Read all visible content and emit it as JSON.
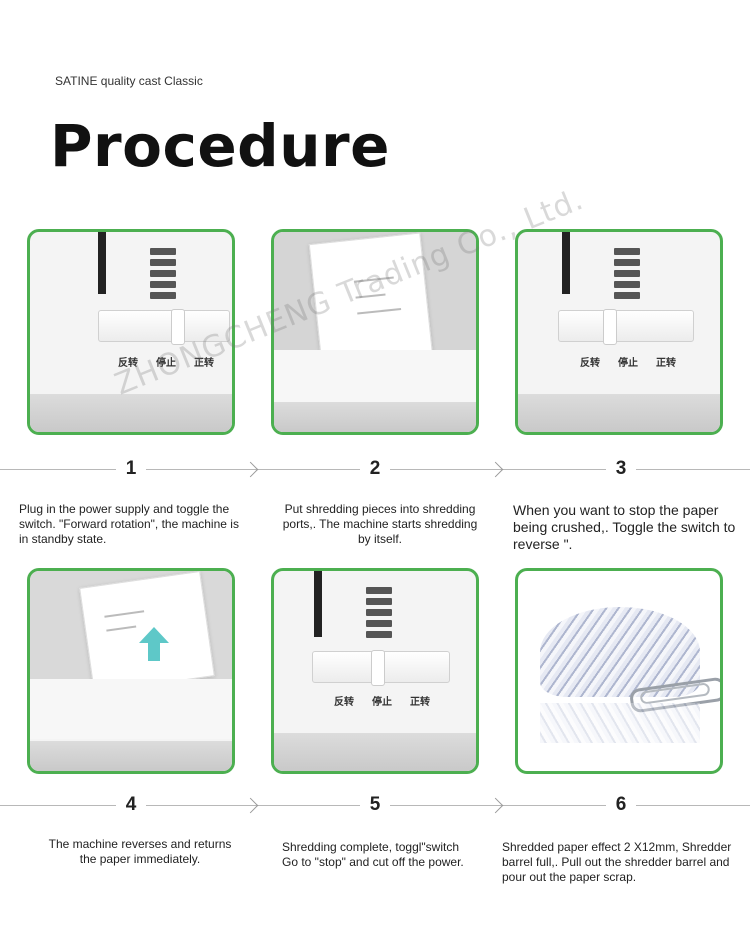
{
  "brand": "SATINE quality cast Classic",
  "title": "Procedure",
  "switch_labels": [
    "反转",
    "停止",
    "正转"
  ],
  "steps": [
    {
      "number": "1",
      "text": "Plug in the power supply and toggle the switch. \"Forward rotation\", the machine is in standby state."
    },
    {
      "number": "2",
      "text": "Put shredding pieces into shredding ports,. The machine starts shredding by itself."
    },
    {
      "number": "3",
      "text": "When you want to stop the paper being crushed,. Toggle the switch to reverse \"."
    },
    {
      "number": "4",
      "text": "The machine reverses and returns the paper immediately."
    },
    {
      "number": "5",
      "text": "Shredding complete, toggl\"switch Go to \"stop\" and cut off the power."
    },
    {
      "number": "6",
      "text": "Shredded paper effect 2 X12mm, Shredder barrel full,. Pull out the shredder barrel and pour out the paper scrap."
    }
  ],
  "watermark": "ZHONGCHENG Trading Co., Ltd.",
  "colors": {
    "frame": "#4caf50",
    "arrow": "#5ec8c8"
  }
}
